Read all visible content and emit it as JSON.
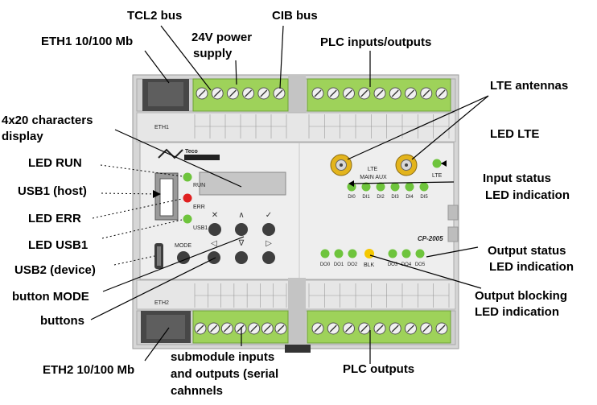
{
  "colors": {
    "terminal_green": "#9ed25a",
    "led_green": "#6ec43c",
    "led_red": "#e02020",
    "led_yellow": "#f5c800",
    "housing": "#d9d9d9",
    "panel": "#ececec",
    "antenna_gold": "#e3b41c"
  },
  "labels": {
    "tcl2_bus": "TCL2 bus",
    "cib_bus": "CIB bus",
    "eth1": "ETH1 10/100 Mb",
    "power_line1": "24V power",
    "power_line2": "supply",
    "plc_io": "PLC inputs/outputs",
    "lte_antennas": "LTE antennas",
    "display_line1": "4x20 characters",
    "display_line2": "display",
    "led_lte": "LED LTE",
    "led_run": "LED RUN",
    "usb1_host": "USB1 (host)",
    "input_status_line1": "Input status",
    "input_status_line2": "LED indication",
    "led_err": "LED ERR",
    "led_usb1": "LED USB1",
    "output_status_line1": "Output status",
    "output_status_line2": "LED indication",
    "usb2_device": "USB2 (device)",
    "button_mode": "button MODE",
    "output_blocking_line1": "Output blocking",
    "output_blocking_line2": "LED indication",
    "buttons": "buttons",
    "submodule_line1": "submodule inputs",
    "submodule_line2": "and outputs (serial",
    "submodule_line3": "cahnnels",
    "eth2": "ETH2 10/100 Mb",
    "plc_outputs": "PLC outputs"
  },
  "device": {
    "model": "CP-2005",
    "logo": "Teco",
    "front_labels": {
      "run": "RUN",
      "err": "ERR",
      "usb1": "USB1",
      "mode": "MODE",
      "lte": "LTE",
      "lte_main_aux": "MAIN AUX",
      "lte_led": "LTE",
      "blk": "BLK",
      "eth1_small": "ETH1",
      "eth2_small": "ETH2"
    },
    "input_leds": [
      "DI0",
      "DI1",
      "DI2",
      "DI3",
      "DI4",
      "DI5"
    ],
    "output_leds": [
      "DO0",
      "DO1",
      "DO2",
      "DO3",
      "DO4",
      "DO5"
    ],
    "button_symbols": [
      "✕",
      "∧",
      "✓",
      "◁",
      "∇",
      "▷"
    ]
  }
}
